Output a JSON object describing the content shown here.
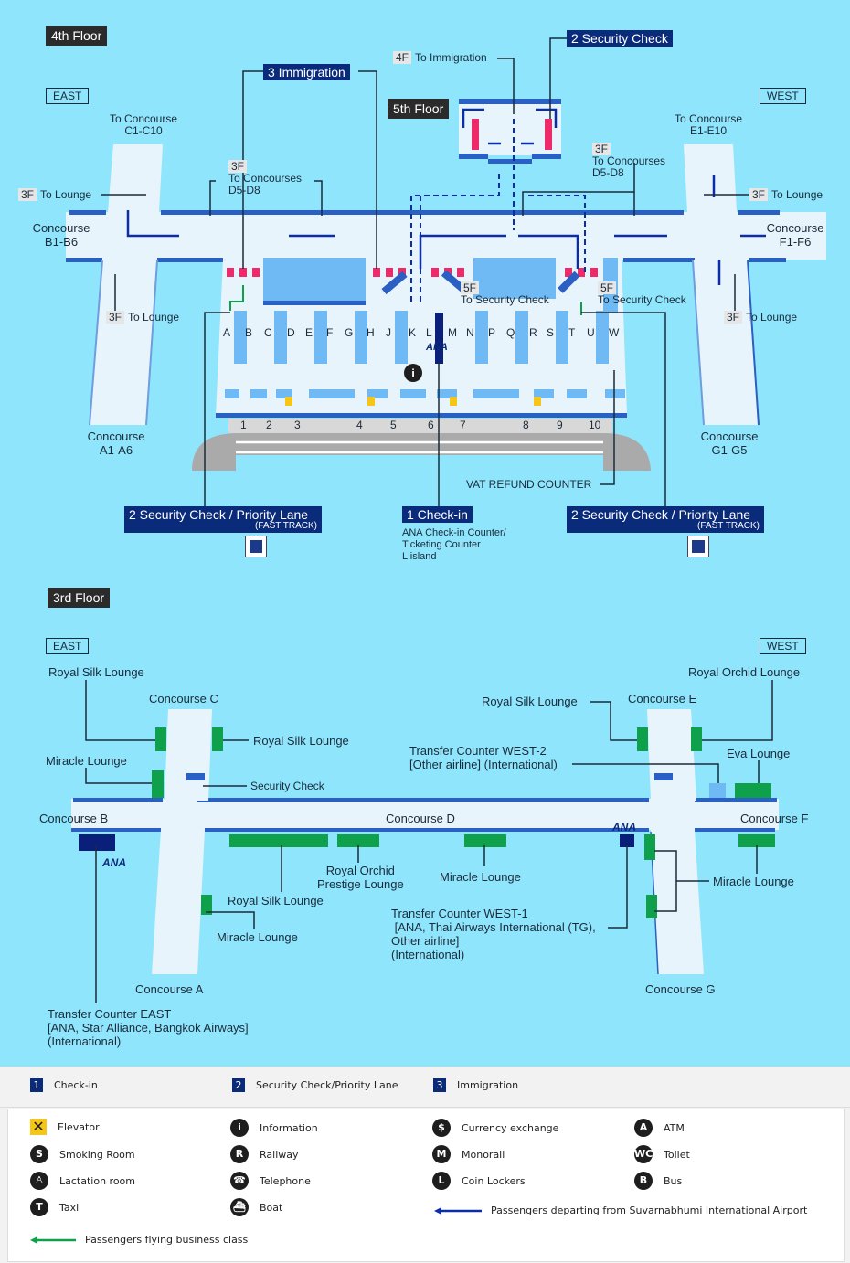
{
  "fourth_floor": {
    "badge": "4th Floor",
    "east": "EAST",
    "west": "WEST",
    "to_concourse_c": [
      "To Concourse",
      "C1-C10"
    ],
    "to_concourse_e": [
      "To Concourse",
      "E1-E10"
    ],
    "lounge_labels": {
      "tag": "3F",
      "text": "To Lounge"
    },
    "to_concourses_d": {
      "tag": "3F",
      "line1": "To Concourses",
      "line2": "D5-D8"
    },
    "concourse_b": [
      "Concourse",
      "B1-B6"
    ],
    "concourse_f": [
      "Concourse",
      "F1-F6"
    ],
    "concourse_a": [
      "Concourse",
      "A1-A6"
    ],
    "concourse_g": [
      "Concourse",
      "G1-G5"
    ],
    "to_immigration": {
      "tag": "4F",
      "text": "To Immigration"
    },
    "to_security": {
      "tag": "5F",
      "text": "To Security Check"
    },
    "rows": [
      "A",
      "B",
      "C",
      "D",
      "E",
      "F",
      "G",
      "H",
      "J",
      "K",
      "L",
      "M",
      "N",
      "P",
      "Q",
      "R",
      "S",
      "T",
      "U",
      "W"
    ],
    "gates": [
      "1",
      "2",
      "3",
      "4",
      "5",
      "6",
      "7",
      "8",
      "9",
      "10"
    ],
    "vat": "VAT REFUND COUNTER",
    "ana_logo": "ANA",
    "callouts": {
      "immigration": "3 Immigration",
      "security_top": "2 Security Check",
      "security_left": "2 Security Check / Priority Lane",
      "security_right": "2 Security Check / Priority Lane",
      "fast_track": "(FAST TRACK)",
      "checkin": "1 Check-in",
      "checkin_desc": [
        "ANA Check-in Counter/",
        "Ticketing Counter",
        "L island"
      ]
    }
  },
  "fifth_floor": {
    "badge": "5th Floor"
  },
  "third_floor": {
    "badge": "3rd Floor",
    "east": "EAST",
    "west": "WEST",
    "concourses": {
      "a": "Concourse A",
      "b": "Concourse B",
      "c": "Concourse C",
      "d": "Concourse D",
      "e": "Concourse E",
      "f": "Concourse F",
      "g": "Concourse G"
    },
    "lounges": {
      "royal_silk_c_left": "Royal Silk Lounge",
      "royal_silk_c_right": "Royal Silk Lounge",
      "miracle_c": "Miracle Lounge",
      "security_check": "Security Check",
      "royal_silk_e": "Royal Silk Lounge",
      "royal_orchid_e": "Royal Orchid Lounge",
      "eva": "Eva Lounge",
      "royal_orchid_prestige": [
        "Royal Orchid",
        "Prestige Lounge"
      ],
      "royal_silk_d": "Royal Silk Lounge",
      "miracle_a": "Miracle Lounge",
      "miracle_d": "Miracle Lounge",
      "miracle_g": "Miracle Lounge"
    },
    "transfer_west2": [
      "Transfer Counter WEST-2",
      "[Other airline] (International)"
    ],
    "transfer_west1": [
      "Transfer Counter WEST-1",
      " [ANA, Thai Airways International (TG),",
      "Other airline]",
      "(International)"
    ],
    "transfer_east": [
      "Transfer Counter EAST",
      "[ANA, Star Alliance, Bangkok Airways]",
      "(International)"
    ],
    "ana_logo": "ANA"
  },
  "legend": {
    "steps": [
      {
        "num": "1",
        "label": "Check-in"
      },
      {
        "num": "2",
        "label": "Security Check/Priority Lane"
      },
      {
        "num": "3",
        "label": "Immigration"
      }
    ],
    "icons": [
      {
        "icon": "elevator-icon",
        "glyph": "✕",
        "label": "Elevator"
      },
      {
        "icon": "smoking-room-icon",
        "glyph": "S",
        "label": "Smoking Room"
      },
      {
        "icon": "lactation-room-icon",
        "glyph": "♙",
        "label": "Lactation room"
      },
      {
        "icon": "taxi-icon",
        "glyph": "T",
        "label": "Taxi"
      },
      {
        "icon": "information-icon",
        "glyph": "i",
        "label": "Information"
      },
      {
        "icon": "railway-icon",
        "glyph": "R",
        "label": "Railway"
      },
      {
        "icon": "telephone-icon",
        "glyph": "☎",
        "label": "Telephone"
      },
      {
        "icon": "boat-icon",
        "glyph": "⛴",
        "label": "Boat"
      },
      {
        "icon": "currency-exchange-icon",
        "glyph": "$",
        "label": "Currency exchange"
      },
      {
        "icon": "monorail-icon",
        "glyph": "M",
        "label": "Monorail"
      },
      {
        "icon": "coin-lockers-icon",
        "glyph": "L",
        "label": "Coin Lockers"
      },
      {
        "icon": "atm-icon",
        "glyph": "A",
        "label": "ATM"
      },
      {
        "icon": "toilet-icon",
        "glyph": "WC",
        "label": "Toilet"
      },
      {
        "icon": "bus-icon",
        "glyph": "B",
        "label": "Bus"
      }
    ],
    "departing": "Passengers departing from Suvarnabhumi International Airport",
    "business": "Passengers flying business class"
  },
  "colors": {
    "background": "#8fe6fc",
    "floor": "#e8f4fb",
    "wall": "#2a5fc4",
    "counter": "#6fbaf5",
    "lounge": "#0ea04a",
    "security": "#ef2a6b",
    "callout": "#0a2a7a",
    "route_departing": "#0b2ea8",
    "route_business": "#0ea04a",
    "road": "#aaaaaa"
  }
}
